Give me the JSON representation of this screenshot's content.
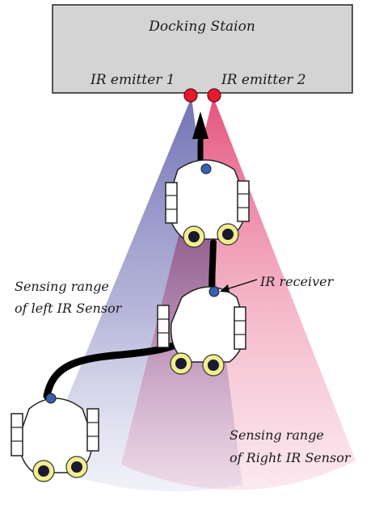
{
  "station": {
    "title": "Docking Staion",
    "emitter_left_label": "IR emitter 1",
    "emitter_right_label": "IR emitter 2"
  },
  "labels": {
    "ir_receiver": "IR receiver",
    "left_range_line1": "Sensing range",
    "left_range_line2": "of left IR Sensor",
    "right_range_line1": "Sensing range",
    "right_range_line2": "of Right IR Sensor"
  },
  "colors": {
    "station_fill": "#d4d4d4",
    "emitter": "#e8192c",
    "left_beam": "#6a6bb0",
    "right_beam": "#e0406e",
    "receiver": "#3a5fb0",
    "wheel_rim": "#f2ee8c",
    "wheel_hub": "#1a1a33",
    "path": "#000000"
  }
}
